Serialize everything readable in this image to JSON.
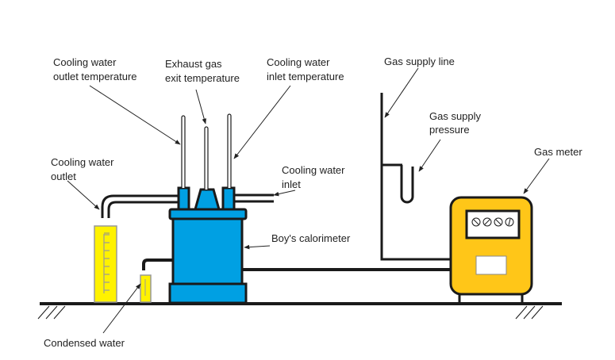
{
  "labels": {
    "cw_outlet_temp": [
      "Cooling water",
      "outlet temperature"
    ],
    "exhaust_temp": [
      "Exhaust gas",
      "exit temperature"
    ],
    "cw_inlet_temp": [
      "Cooling water",
      "inlet temperature"
    ],
    "cw_outlet": [
      "Cooling water",
      "outlet"
    ],
    "cw_inlet": [
      "Cooling water",
      "inlet"
    ],
    "calorimeter": "Boy's calorimeter",
    "condensed": "Condensed water",
    "gas_line": "Gas supply line",
    "gas_pressure": [
      "Gas supply",
      "pressure"
    ],
    "gas_meter": "Gas meter"
  },
  "colors": {
    "calorimeter": "#00a0e3",
    "water": "#fff200",
    "meter": "#ffc618",
    "line": "#1a1a1a"
  }
}
